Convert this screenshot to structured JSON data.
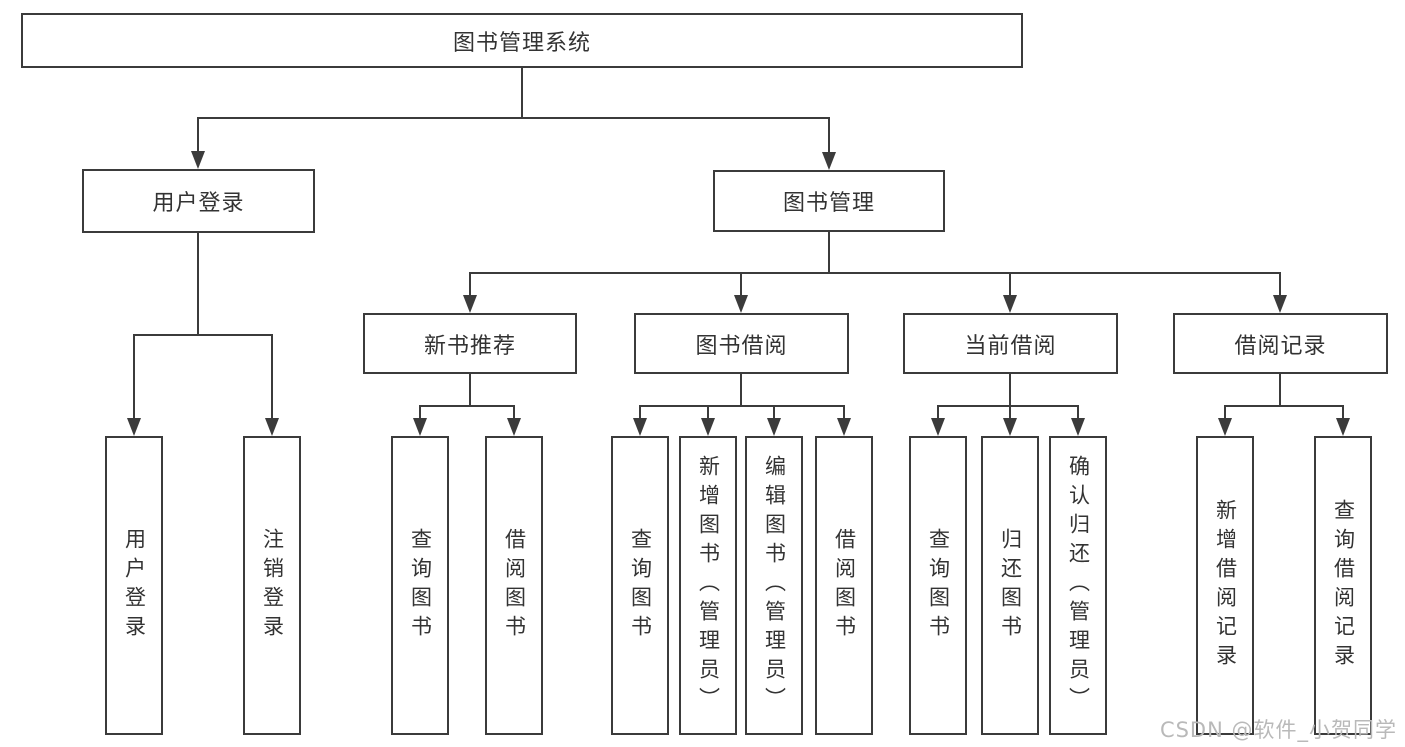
{
  "diagram_title": "图书管理系统",
  "watermark": "CSDN @软件_小贺同学",
  "colors": {
    "line": "#3b3b3b",
    "text": "#333333",
    "watermark": "#b9b9b9",
    "background": "#ffffff"
  },
  "nodes": [
    {
      "id": "root",
      "label": "图书管理系统",
      "level": 1,
      "parent": null
    },
    {
      "id": "user-login",
      "label": "用户登录",
      "level": 2,
      "parent": "root"
    },
    {
      "id": "book-mgmt",
      "label": "图书管理",
      "level": 2,
      "parent": "root"
    },
    {
      "id": "new-book-rec",
      "label": "新书推荐",
      "level": 3,
      "parent": "book-mgmt"
    },
    {
      "id": "book-borrow",
      "label": "图书借阅",
      "level": 3,
      "parent": "book-mgmt"
    },
    {
      "id": "current-borrow",
      "label": "当前借阅",
      "level": 3,
      "parent": "book-mgmt"
    },
    {
      "id": "borrow-records",
      "label": "借阅记录",
      "level": 3,
      "parent": "book-mgmt"
    },
    {
      "id": "leaf-user-login",
      "label": "用户登录",
      "level": 4,
      "parent": "user-login"
    },
    {
      "id": "leaf-logout",
      "label": "注销登录",
      "level": 4,
      "parent": "user-login"
    },
    {
      "id": "leaf-query-book-new",
      "label": "查询图书",
      "level": 4,
      "parent": "new-book-rec"
    },
    {
      "id": "leaf-borrow-book-new",
      "label": "借阅图书",
      "level": 4,
      "parent": "new-book-rec"
    },
    {
      "id": "leaf-query-book-bor",
      "label": "查询图书",
      "level": 4,
      "parent": "book-borrow"
    },
    {
      "id": "leaf-add-book",
      "label": "新增图书（管理员）",
      "level": 4,
      "parent": "book-borrow"
    },
    {
      "id": "leaf-edit-book",
      "label": "编辑图书（管理员）",
      "level": 4,
      "parent": "book-borrow"
    },
    {
      "id": "leaf-borrow-book-bor",
      "label": "借阅图书",
      "level": 4,
      "parent": "book-borrow"
    },
    {
      "id": "leaf-query-book-cur",
      "label": "查询图书",
      "level": 4,
      "parent": "current-borrow"
    },
    {
      "id": "leaf-return-book",
      "label": "归还图书",
      "level": 4,
      "parent": "current-borrow"
    },
    {
      "id": "leaf-confirm-return",
      "label": "确认归还（管理员）",
      "level": 4,
      "parent": "current-borrow"
    },
    {
      "id": "leaf-add-record",
      "label": "新增借阅记录",
      "level": 4,
      "parent": "borrow-records"
    },
    {
      "id": "leaf-query-record",
      "label": "查询借阅记录",
      "level": 4,
      "parent": "borrow-records"
    }
  ]
}
